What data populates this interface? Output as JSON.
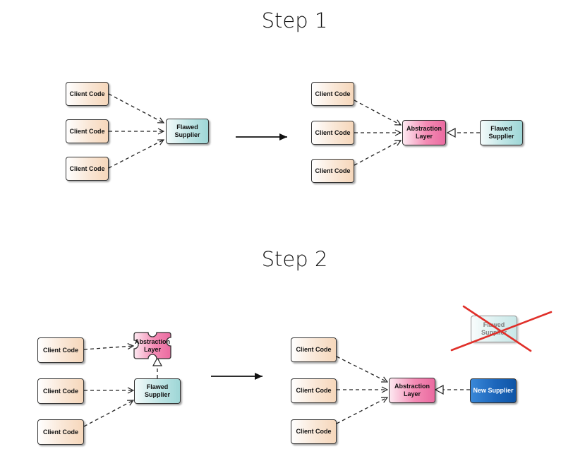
{
  "steps": {
    "step1_title": "Step 1",
    "step2_title": "Step 2"
  },
  "labels": {
    "client_code": "Client Code",
    "flawed_supplier": "Flawed Supplier",
    "abstraction_layer": "Abstraction Layer",
    "new_supplier": "New Supplier"
  },
  "colors": {
    "client_box": "#f6d7bb",
    "flawed_box": "#9ed6d6",
    "abstraction_box": "#ea6aa0",
    "new_supplier_box": "#0f55a6",
    "cross_out": "#e0302a"
  }
}
